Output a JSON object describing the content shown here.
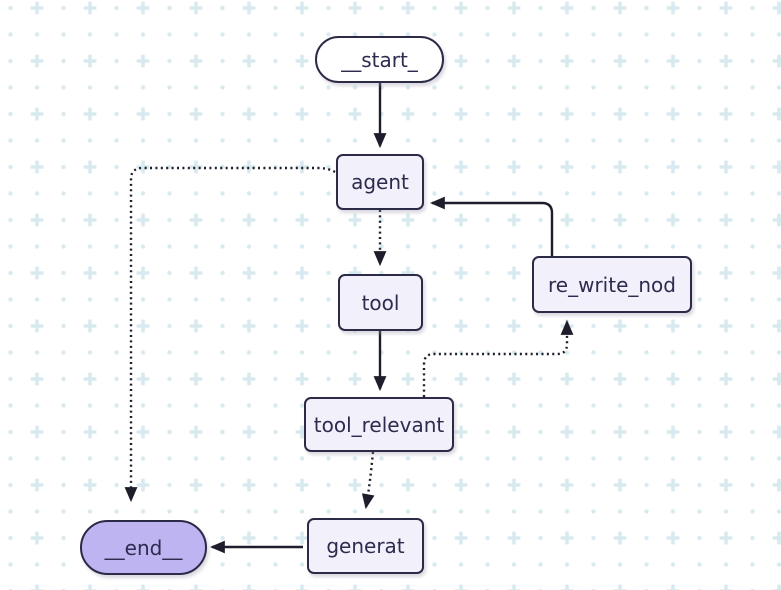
{
  "diagram": {
    "type": "flowchart",
    "nodes": {
      "start": {
        "label": "__start_",
        "shape": "stadium"
      },
      "agent": {
        "label": "agent",
        "shape": "rect"
      },
      "tool": {
        "label": "tool",
        "shape": "rect"
      },
      "re_write_node": {
        "label": "re_write_nod",
        "shape": "rect"
      },
      "tool_relevant": {
        "label": "tool_relevant",
        "shape": "rect"
      },
      "generate": {
        "label": "generat",
        "shape": "rect"
      },
      "end": {
        "label": "__end__",
        "shape": "stadium"
      }
    },
    "edges": [
      {
        "from": "start",
        "to": "agent",
        "line": "solid"
      },
      {
        "from": "agent",
        "to": "tool",
        "line": "dotted"
      },
      {
        "from": "tool",
        "to": "tool_relevant",
        "line": "solid"
      },
      {
        "from": "tool_relevant",
        "to": "generate",
        "line": "dotted"
      },
      {
        "from": "tool_relevant",
        "to": "re_write_node",
        "line": "dotted"
      },
      {
        "from": "re_write_node",
        "to": "agent",
        "line": "solid"
      },
      {
        "from": "agent",
        "to": "end",
        "line": "dotted"
      },
      {
        "from": "generate",
        "to": "end",
        "line": "solid"
      }
    ]
  },
  "colors": {
    "node_fill": "#f2f0fb",
    "node_border": "#2b2a47",
    "node_text": "#2d2b4e",
    "start_fill": "#ffffff",
    "end_fill": "#bdb4f1",
    "edge_stroke": "#1d1d2b",
    "pattern_mark": "#d8eaef",
    "canvas_bg": "#ffffff"
  }
}
